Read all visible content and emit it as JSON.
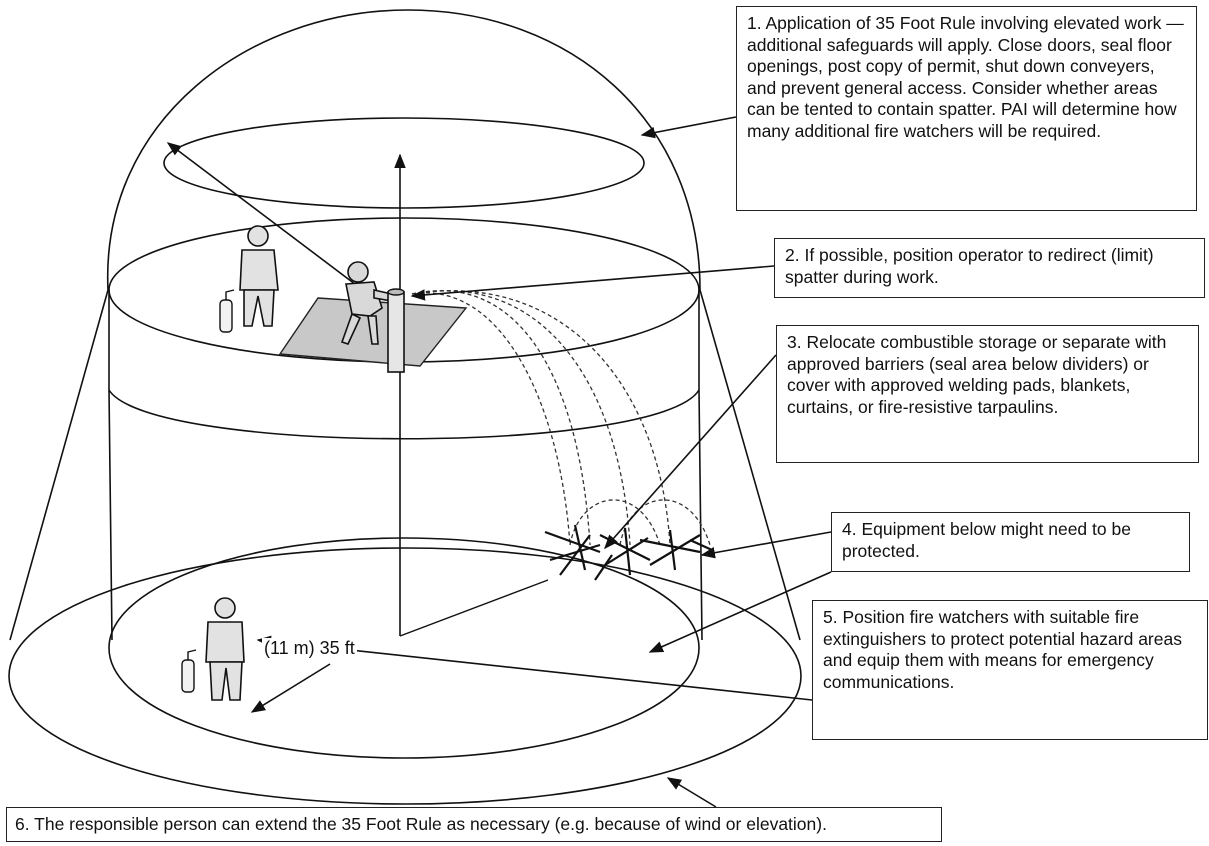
{
  "callouts": {
    "c1": "1. Application of 35 Foot Rule involving elevated work — additional safeguards will apply. Close doors, seal floor openings, post copy of permit, shut down conveyers, and prevent general access. Consider whether areas can be tented to contain spatter. PAI will determine how many additional fire watchers will be required.",
    "c2": "2. If possible, position operator to redirect (limit) spatter during work.",
    "c3": "3. Relocate combustible storage or separate with approved barriers (seal area below dividers) or cover with approved welding pads, blankets, curtains, or fire-resistive tarpaulins.",
    "c4": "4. Equipment below might need to be protected.",
    "c5": "5. Position fire watchers with suitable fire extinguishers to protect potential hazard areas and equip them with means for emergency communications.",
    "c6": "6. The responsible person can extend the 35 Foot Rule as necessary (e.g. because of wind or elevation)."
  },
  "dimension_label": "(11 m) 35 ft"
}
